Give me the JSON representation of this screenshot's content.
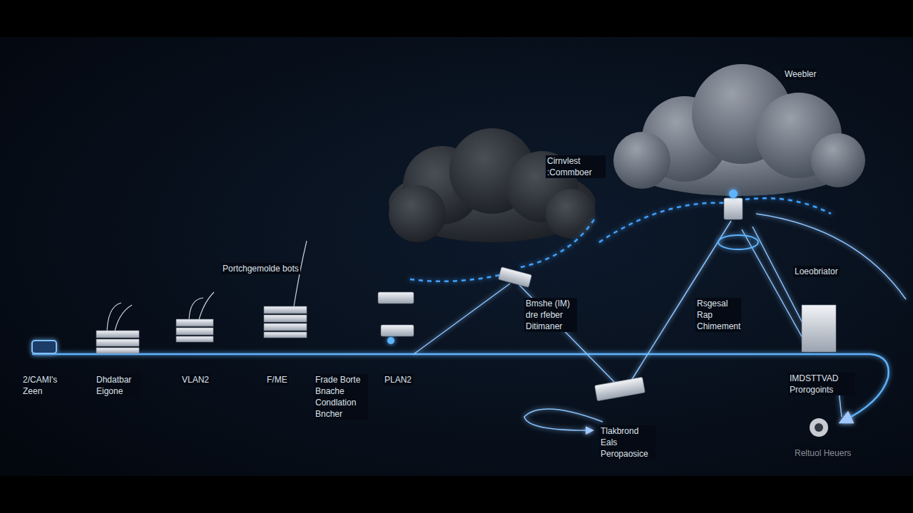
{
  "diagram": {
    "labels": [
      "Weebler",
      "Cirnvlest :Commboer",
      "Portchgemolde bots",
      "Loeobriator",
      "Bmshe (IM) dre rfeber Ditimaner",
      "Rsgesal Rap Chimement",
      "2/CAMI's Zeen",
      "Dhdatbar Eigone",
      "VLAN2",
      "F/ME",
      "Frade Borte Bnache Condlation Bncher",
      "PLAN2",
      "IMDSTTVAD Prorogoints",
      "Tlakbrond Eals Peropaosice",
      "Reltuol Heuers"
    ]
  }
}
